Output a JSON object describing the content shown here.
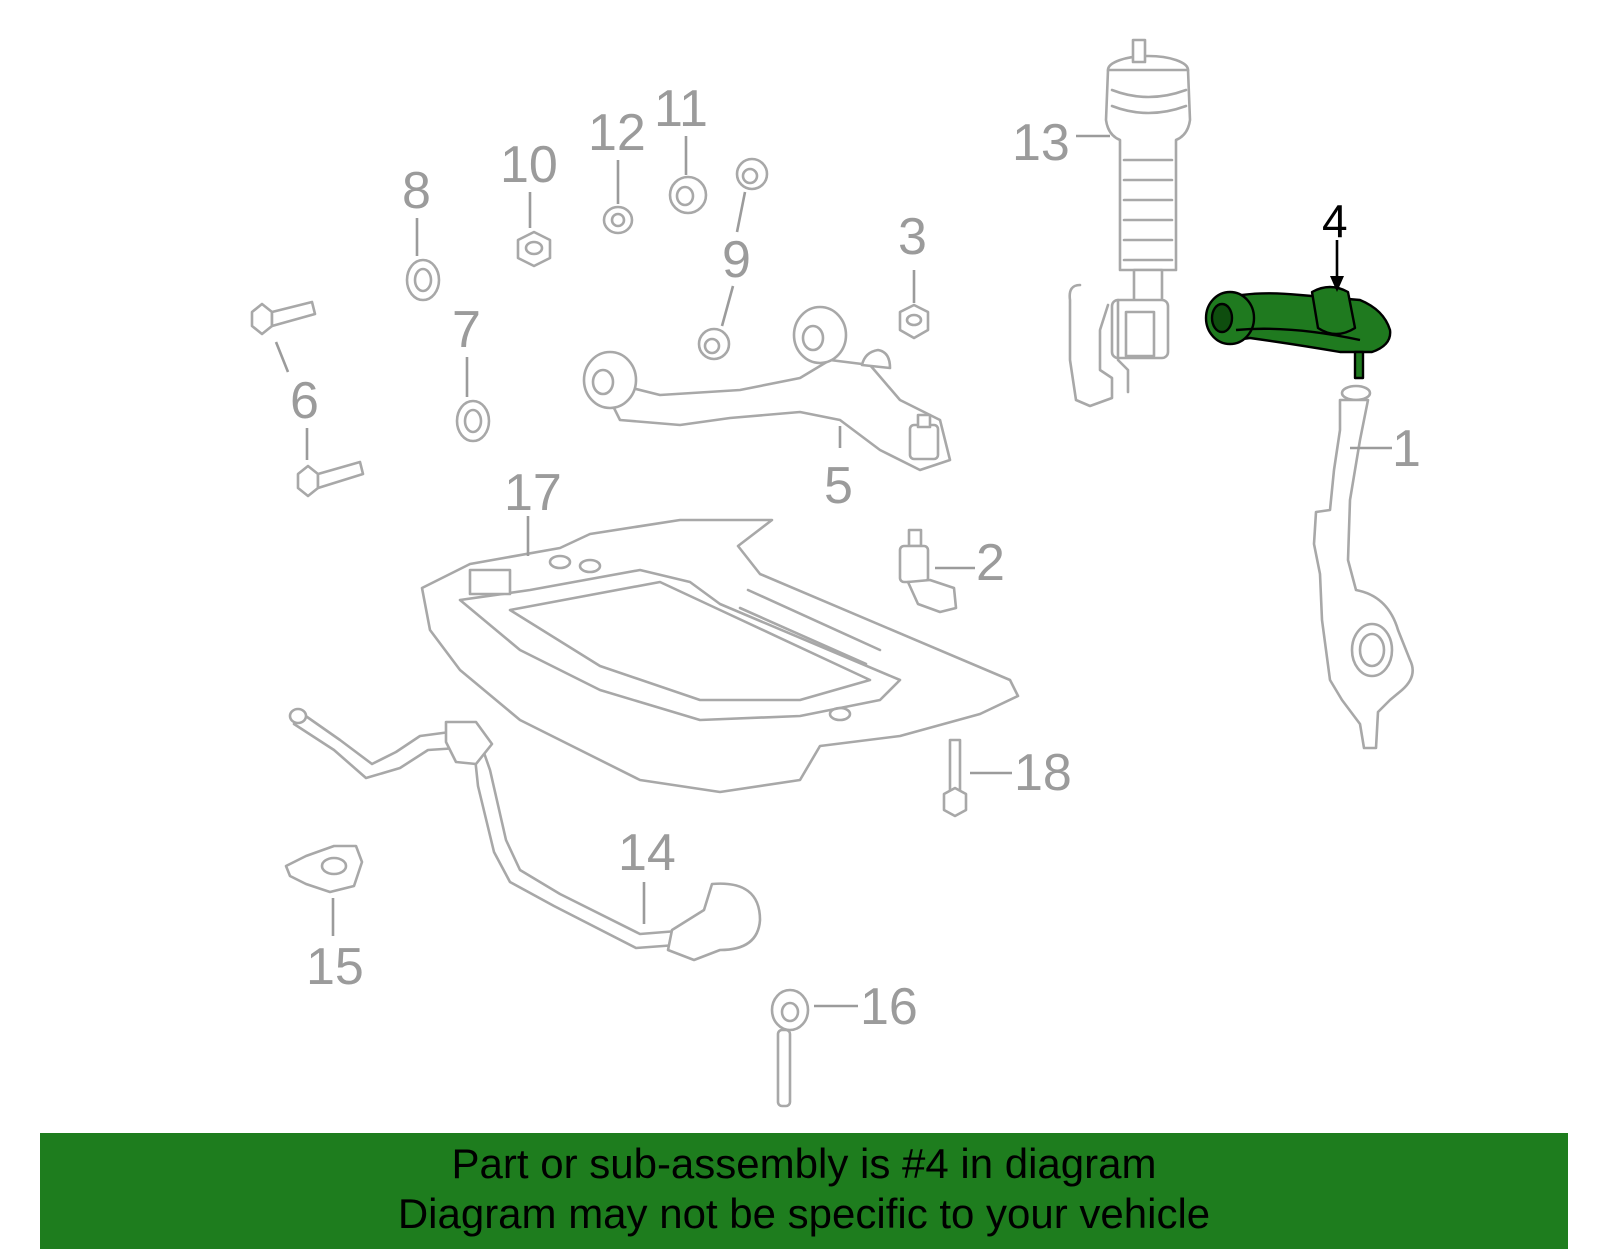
{
  "callouts": [
    {
      "id": "1",
      "label": "1"
    },
    {
      "id": "2",
      "label": "2"
    },
    {
      "id": "3",
      "label": "3"
    },
    {
      "id": "4",
      "label": "4",
      "highlighted": true
    },
    {
      "id": "5",
      "label": "5"
    },
    {
      "id": "6",
      "label": "6"
    },
    {
      "id": "7",
      "label": "7"
    },
    {
      "id": "8",
      "label": "8"
    },
    {
      "id": "9",
      "label": "9"
    },
    {
      "id": "10",
      "label": "10"
    },
    {
      "id": "11",
      "label": "11"
    },
    {
      "id": "12",
      "label": "12"
    },
    {
      "id": "13",
      "label": "13"
    },
    {
      "id": "14",
      "label": "14"
    },
    {
      "id": "15",
      "label": "15"
    },
    {
      "id": "16",
      "label": "16"
    },
    {
      "id": "17",
      "label": "17"
    },
    {
      "id": "18",
      "label": "18"
    }
  ],
  "banner": {
    "line1": "Part or sub-assembly is #4 in diagram",
    "line2": "Diagram may not be specific to your vehicle"
  },
  "colors": {
    "highlight": "#1f7a1f",
    "banner": "#1e7d1e",
    "linework": "#a8a8a8"
  }
}
